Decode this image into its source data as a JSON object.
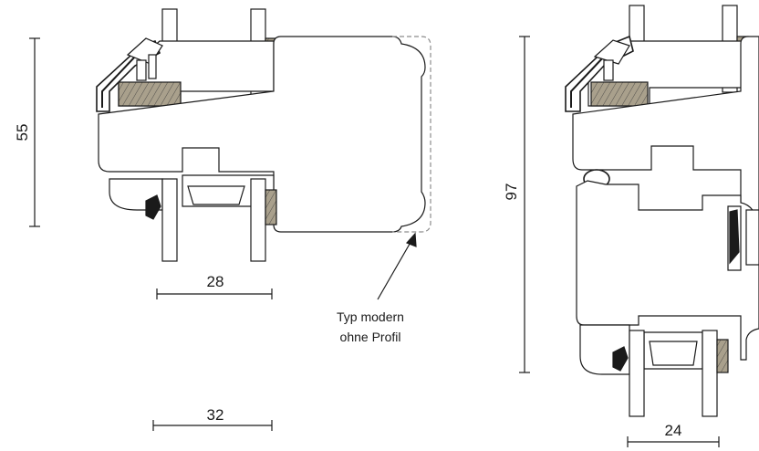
{
  "dimensions": {
    "left_height": "55",
    "right_height": "97",
    "left_width_upper": "28",
    "left_width_lower": "32",
    "right_width": "24"
  },
  "annotation": {
    "line1": "Typ modern",
    "line2": "ohne Profil"
  },
  "colors": {
    "line": "#1a1a1a",
    "seal_brown": "#a9a08c",
    "glass": "#ffffff",
    "dashed": "#8c8c8c"
  }
}
